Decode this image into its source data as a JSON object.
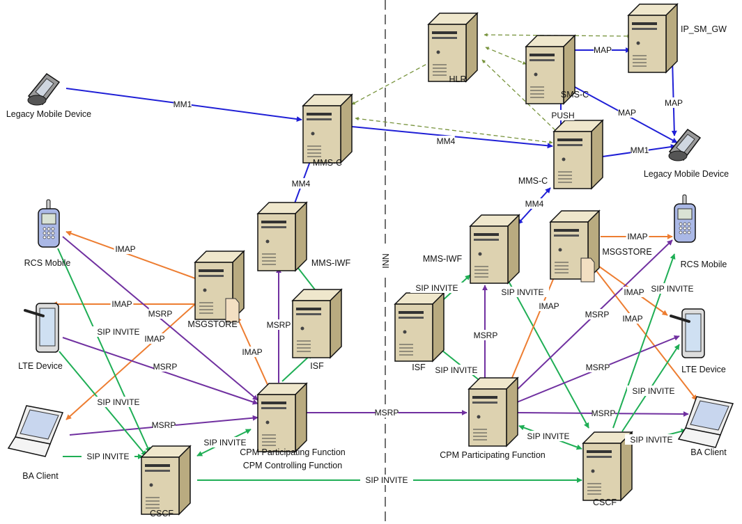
{
  "divider": {
    "label": "INN"
  },
  "colors": {
    "mm_map": "#1f1fd6",
    "sip": "#1fae55",
    "msrp": "#7030a0",
    "imap": "#ed7d31",
    "signaling_dashed": "#77933c",
    "server_face": "#ddd2b0",
    "server_side": "#b9ab80"
  },
  "nodes": {
    "legacy_left": {
      "label": "Legacy Mobile Device",
      "icon": "legacy-phone-icon"
    },
    "mmsc_left": {
      "label": "MMS-C",
      "icon": "server-icon"
    },
    "mmsiwf_left": {
      "label": "MMS-IWF",
      "icon": "server-icon"
    },
    "rcs_left": {
      "label": "RCS Mobile",
      "icon": "mobile-phone-icon"
    },
    "msgstore_left": {
      "label": "MSGSTORE",
      "icon": "storage-server-icon"
    },
    "lte_left": {
      "label": "LTE Device",
      "icon": "tablet-icon"
    },
    "isf_left": {
      "label": "ISF",
      "icon": "server-icon"
    },
    "ba_left": {
      "label": "BA Client",
      "icon": "laptop-icon"
    },
    "cpm_left": {
      "label": "CPM Participating Function",
      "label2": "CPM Controlling Function",
      "icon": "server-icon"
    },
    "cscf_left": {
      "label": "CSCF",
      "icon": "server-icon"
    },
    "hlr": {
      "label": "HLR",
      "icon": "server-icon"
    },
    "smsc": {
      "label": "SMS-C",
      "icon": "server-icon"
    },
    "ipsmgw": {
      "label": "IP_SM_GW",
      "icon": "server-icon"
    },
    "mmsc_right": {
      "label": "MMS-C",
      "icon": "server-icon"
    },
    "legacy_right": {
      "label": "Legacy Mobile Device",
      "icon": "legacy-phone-icon"
    },
    "mmsiwf_right": {
      "label": "MMS-IWF",
      "icon": "server-icon"
    },
    "msgstore_right": {
      "label": "MSGSTORE",
      "icon": "storage-server-icon"
    },
    "rcs_right": {
      "label": "RCS Mobile",
      "icon": "mobile-phone-icon"
    },
    "isf_right": {
      "label": "ISF",
      "icon": "server-icon"
    },
    "lte_right": {
      "label": "LTE Device",
      "icon": "tablet-icon"
    },
    "cpm_right": {
      "label": "CPM Participating Function",
      "icon": "server-icon"
    },
    "ba_right": {
      "label": "BA Client",
      "icon": "laptop-icon"
    },
    "cscf_right": {
      "label": "CSCF",
      "icon": "server-icon"
    }
  },
  "edges": [
    {
      "from": "legacy_left",
      "to": "mmsc_left",
      "label": "MM1",
      "type": "mm_map"
    },
    {
      "from": "mmsiwf_left",
      "to": "mmsc_left",
      "label": "MM4",
      "type": "mm_map"
    },
    {
      "from": "mmsc_left",
      "to": "mmsc_right",
      "label": "MM4",
      "type": "mm_map"
    },
    {
      "from": "mmsc_right",
      "to": "legacy_right",
      "label": "MM1",
      "type": "mm_map"
    },
    {
      "from": "smsc",
      "to": "ipsmgw",
      "label": "MAP",
      "type": "mm_map"
    },
    {
      "from": "smsc",
      "to": "legacy_right",
      "label": "MAP",
      "type": "mm_map"
    },
    {
      "from": "ipsmgw",
      "to": "legacy_right",
      "label": "MAP",
      "type": "mm_map"
    },
    {
      "from": "mmsc_right",
      "to": "smsc",
      "label": "PUSH",
      "type": "mm_map"
    },
    {
      "from": "mmsc_right",
      "to": "mmsiwf_right",
      "label": "MM4",
      "type": "mm_map"
    },
    {
      "from": "hlr",
      "to": "ipsmgw",
      "label": "",
      "type": "signaling_dashed"
    },
    {
      "from": "hlr",
      "to": "smsc",
      "label": "",
      "type": "signaling_dashed"
    },
    {
      "from": "hlr",
      "to": "mmsc_left",
      "label": "",
      "type": "signaling_dashed"
    },
    {
      "from": "hlr",
      "to": "mmsc_right",
      "label": "",
      "type": "signaling_dashed"
    },
    {
      "from": "mmsc_left",
      "to": "mmsc_right",
      "label": "",
      "type": "signaling_dashed"
    },
    {
      "from": "msgstore_left",
      "to": "rcs_left",
      "label": "IMAP",
      "type": "imap"
    },
    {
      "from": "msgstore_left",
      "to": "lte_left",
      "label": "IMAP",
      "type": "imap"
    },
    {
      "from": "msgstore_left",
      "to": "ba_left",
      "label": "IMAP",
      "type": "imap"
    },
    {
      "from": "cpm_left",
      "to": "msgstore_left",
      "label": "IMAP",
      "type": "imap"
    },
    {
      "from": "rcs_left",
      "to": "cpm_left",
      "label": "MSRP",
      "type": "msrp"
    },
    {
      "from": "lte_left",
      "to": "cpm_left",
      "label": "MSRP",
      "type": "msrp"
    },
    {
      "from": "ba_left",
      "to": "cpm_left",
      "label": "MSRP",
      "type": "msrp"
    },
    {
      "from": "cpm_left",
      "to": "mmsiwf_left",
      "label": "MSRP",
      "type": "msrp"
    },
    {
      "from": "cpm_left",
      "to": "isf_left",
      "label": "",
      "type": "sip"
    },
    {
      "from": "isf_left",
      "to": "mmsiwf_left",
      "label": "",
      "type": "sip"
    },
    {
      "from": "rcs_left",
      "to": "cscf_left",
      "label": "SIP INVITE",
      "type": "sip"
    },
    {
      "from": "lte_left",
      "to": "cscf_left",
      "label": "SIP INVITE",
      "type": "sip"
    },
    {
      "from": "ba_left",
      "to": "cscf_left",
      "label": "SIP INVITE",
      "type": "sip"
    },
    {
      "from": "cscf_left",
      "to": "cpm_left",
      "label": "SIP INVITE",
      "type": "sip"
    },
    {
      "from": "cpm_left",
      "to": "cpm_right",
      "label": "MSRP",
      "type": "msrp"
    },
    {
      "from": "cscf_left",
      "to": "cscf_right",
      "label": "SIP INVITE",
      "type": "sip"
    },
    {
      "from": "cpm_right",
      "to": "isf_right",
      "label": "SIP INVITE",
      "type": "sip"
    },
    {
      "from": "isf_right",
      "to": "mmsiwf_right",
      "label": "SIP INVITE",
      "type": "sip"
    },
    {
      "from": "cpm_right",
      "to": "mmsiwf_right",
      "label": "MSRP",
      "type": "msrp"
    },
    {
      "from": "mmsiwf_right",
      "to": "cscf_right",
      "label": "SIP INVITE",
      "type": "sip"
    },
    {
      "from": "cpm_right",
      "to": "msgstore_right",
      "label": "IMAP",
      "type": "imap"
    },
    {
      "from": "msgstore_right",
      "to": "rcs_right",
      "label": "IMAP",
      "type": "imap"
    },
    {
      "from": "msgstore_right",
      "to": "lte_right",
      "label": "IMAP",
      "type": "imap"
    },
    {
      "from": "msgstore_right",
      "to": "ba_right",
      "label": "IMAP",
      "type": "imap"
    },
    {
      "from": "cpm_right",
      "to": "rcs_right",
      "label": "MSRP",
      "type": "msrp"
    },
    {
      "from": "cpm_right",
      "to": "lte_right",
      "label": "MSRP",
      "type": "msrp"
    },
    {
      "from": "cpm_right",
      "to": "ba_right",
      "label": "MSRP",
      "type": "msrp"
    },
    {
      "from": "cscf_right",
      "to": "rcs_right",
      "label": "SIP INVITE",
      "type": "sip"
    },
    {
      "from": "cscf_right",
      "to": "lte_right",
      "label": "SIP INVITE",
      "type": "sip"
    },
    {
      "from": "cscf_right",
      "to": "ba_right",
      "label": "SIP INVITE",
      "type": "sip"
    },
    {
      "from": "cscf_right",
      "to": "cpm_right",
      "label": "SIP INVITE",
      "type": "sip"
    }
  ]
}
